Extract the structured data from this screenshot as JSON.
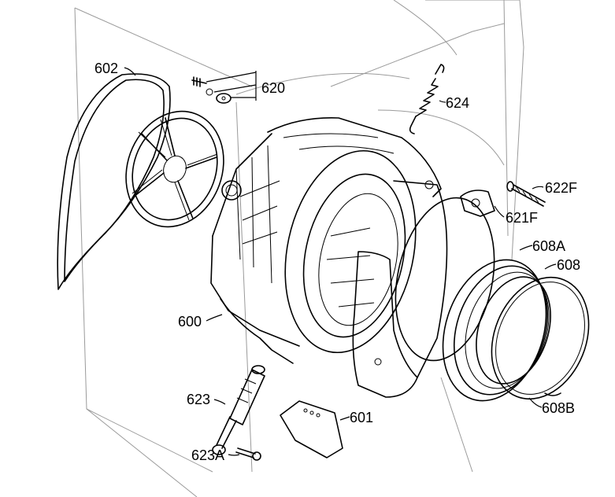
{
  "labels": {
    "l602": "602",
    "l620": "620",
    "l624": "624",
    "l622F": "622F",
    "l621F": "621F",
    "l608A": "608A",
    "l608": "608",
    "l600": "600",
    "l608B": "608B",
    "l623": "623",
    "l601": "601",
    "l623A": "623A"
  }
}
